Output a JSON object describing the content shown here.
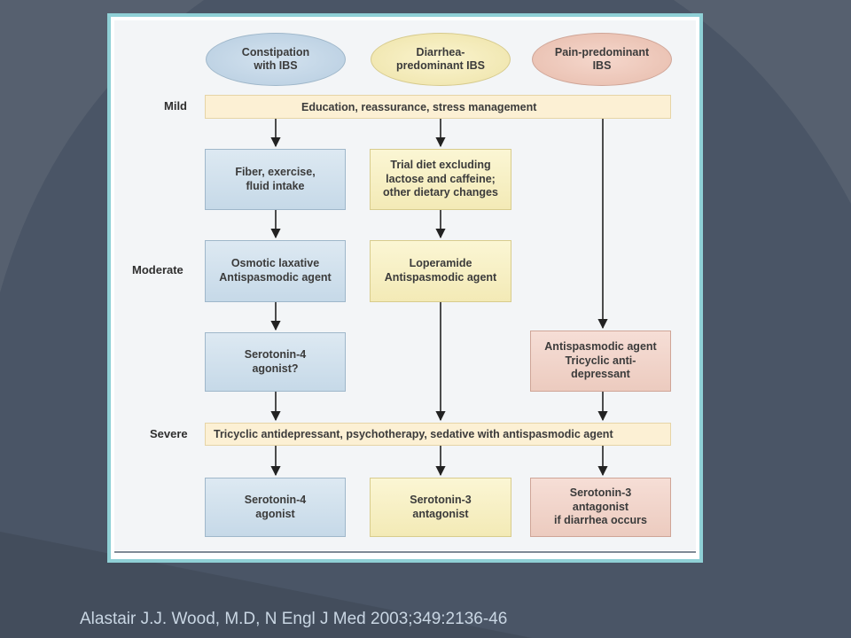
{
  "columns": {
    "constipation": [
      "Constipation",
      "with IBS"
    ],
    "diarrhea": [
      "Diarrhea-",
      "predominant IBS"
    ],
    "pain": [
      "Pain-predominant",
      "IBS"
    ]
  },
  "levels": {
    "mild": "Mild",
    "moderate": "Moderate",
    "severe": "Severe"
  },
  "bands": {
    "mild": "Education, reassurance, stress management",
    "severe": "Tricyclic antidepressant, psychotherapy, sedative with antispasmodic agent"
  },
  "boxes": {
    "fiber": [
      "Fiber, exercise,",
      "fluid intake"
    ],
    "trial_diet": [
      "Trial diet excluding",
      "lactose and caffeine;",
      "other dietary changes"
    ],
    "osmotic": [
      "Osmotic laxative",
      "Antispasmodic agent"
    ],
    "loperamide": [
      "Loperamide",
      "Antispasmodic agent"
    ],
    "serotonin4_q": [
      "Serotonin-4",
      "agonist?"
    ],
    "antispasmodic_tricyclic": [
      "Antispasmodic agent",
      "Tricyclic anti-",
      "depressant"
    ],
    "serotonin4": [
      "Serotonin-4",
      "agonist"
    ],
    "serotonin3": [
      "Serotonin-3",
      "antagonist"
    ],
    "serotonin3_if": [
      "Serotonin-3",
      "antagonist",
      "if diarrhea occurs"
    ]
  },
  "citation": "Alastair J.J. Wood, M.D, N Engl J Med 2003;349:2136-46",
  "colors": {
    "background": "#4a5566",
    "frame": "#8fd0d6",
    "blue_box": "#c6d9e8",
    "yellow_box": "#f3eab6",
    "pink_box": "#eccbbf",
    "band": "#fcf0d4",
    "citation_text": "#c9d6e3"
  }
}
